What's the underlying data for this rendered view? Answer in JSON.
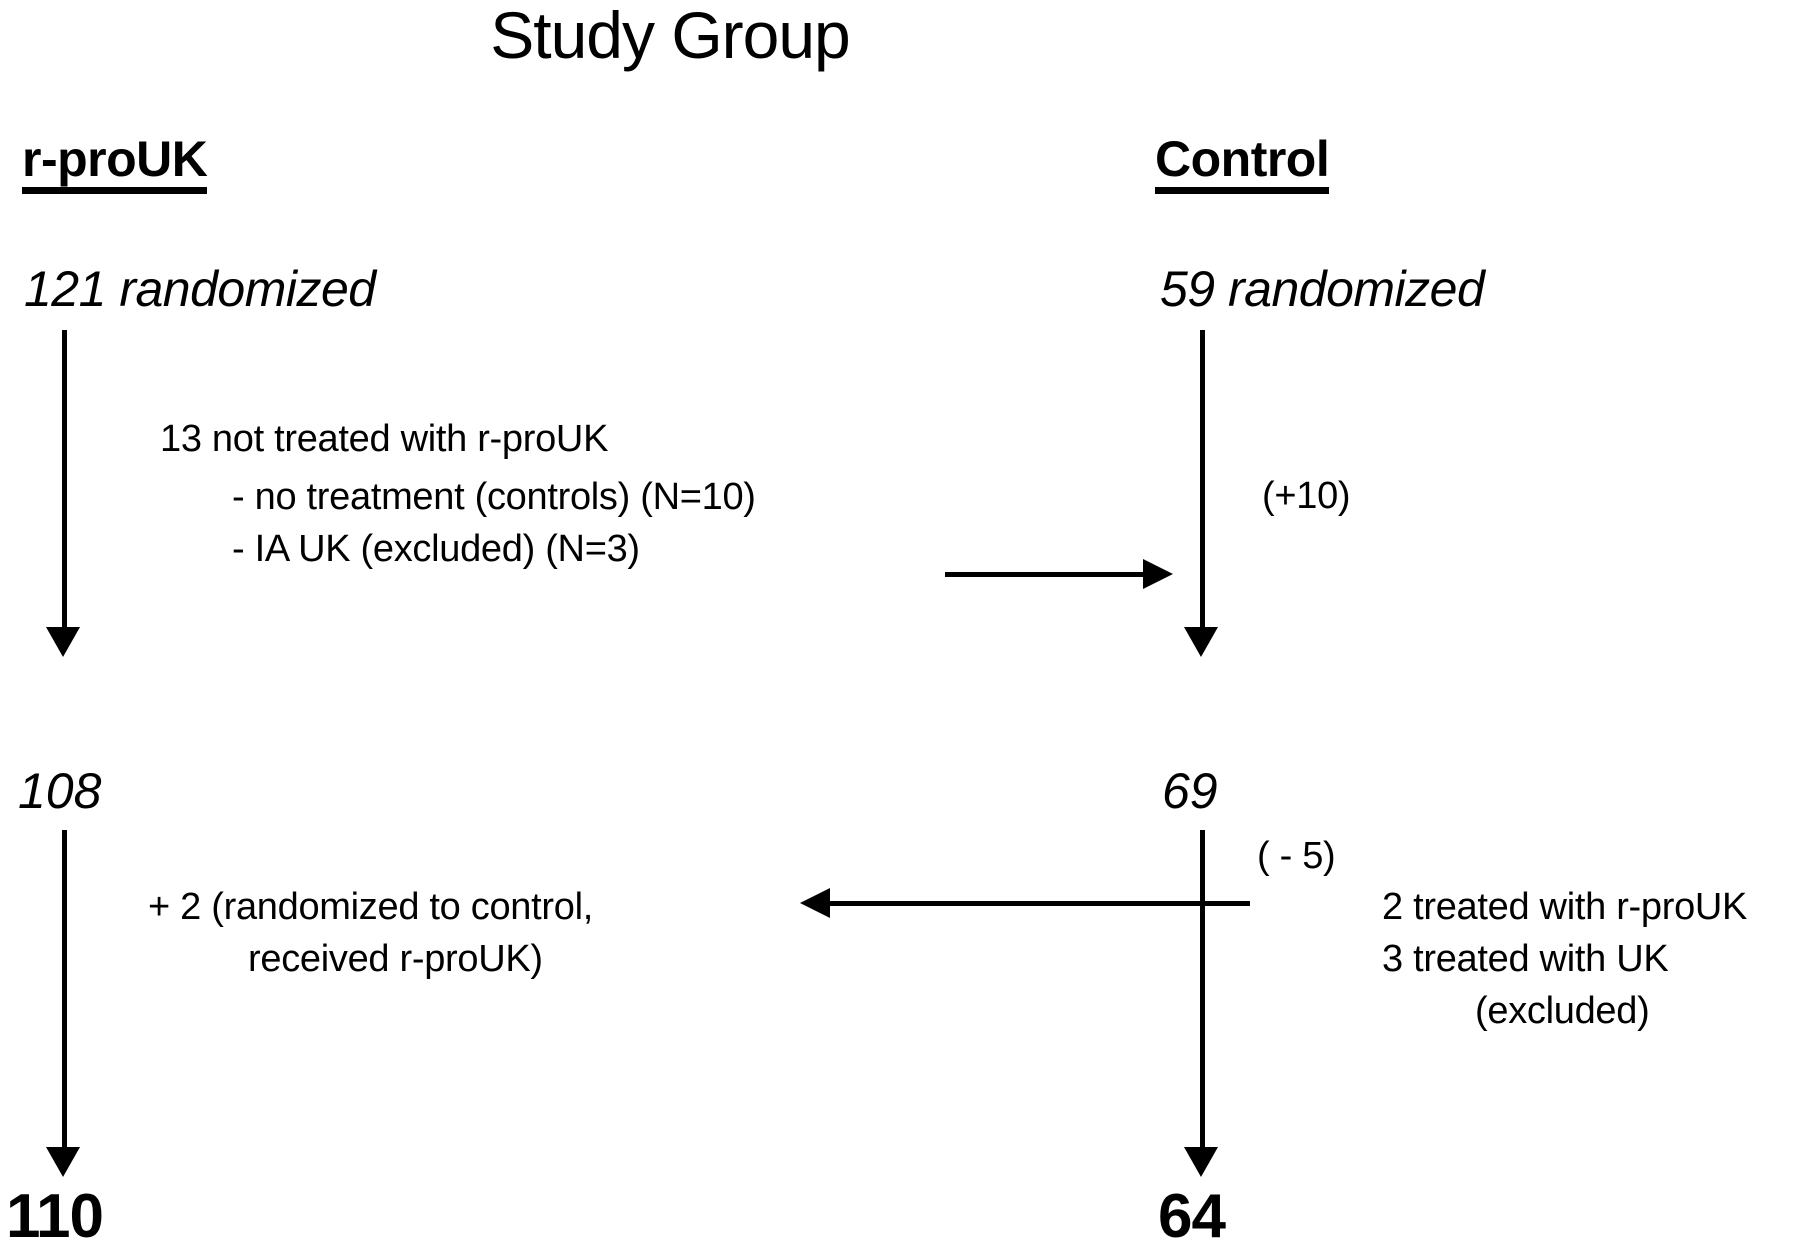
{
  "title": "Study Group",
  "columns": {
    "treatment": {
      "header": "r-proUK",
      "randomized": "121 randomized",
      "stage2": "108",
      "final": "110"
    },
    "control": {
      "header": "Control",
      "randomized": "59 randomized",
      "stage2": "69",
      "final": "64"
    }
  },
  "exclusions": {
    "heading": "13 not treated with r-proUK",
    "line1": "- no treatment (controls) (N=10)",
    "line2": "- IA UK (excluded) (N=3)"
  },
  "transfers": {
    "plus_ten": "(+10)",
    "minus_five": "( - 5)",
    "control_note1": "2 treated with r-proUK",
    "control_note2": "3 treated with UK",
    "control_note3": "(excluded)",
    "plus_two_line1": "+ 2 (randomized to control,",
    "plus_two_line2": "received r-proUK)"
  },
  "chart_data": {
    "type": "diagram",
    "title": "Study Group",
    "description": "CONSORT-style participant flow diagram for a randomized trial comparing r-proUK to Control",
    "arms": [
      {
        "name": "r-proUK",
        "randomized": 121,
        "after_exclusions": 108,
        "final": 110,
        "exclusions": [
          {
            "label": "no treatment (controls)",
            "n": 10,
            "moved_to": "Control"
          },
          {
            "label": "IA UK (excluded)",
            "n": 3,
            "moved_to": "excluded"
          }
        ],
        "additions": [
          {
            "label": "randomized to control, received r-proUK",
            "n": 2,
            "from": "Control"
          }
        ]
      },
      {
        "name": "Control",
        "randomized": 59,
        "after_exclusions": 69,
        "final": 64,
        "additions": [
          {
            "label": "no treatment (controls)",
            "n": 10,
            "from": "r-proUK"
          }
        ],
        "exclusions": [
          {
            "label": "treated with r-proUK",
            "n": 2,
            "moved_to": "r-proUK"
          },
          {
            "label": "treated with UK (excluded)",
            "n": 3,
            "moved_to": "excluded"
          }
        ]
      }
    ],
    "colors": {
      "ink": "#000000",
      "background": "#ffffff"
    }
  }
}
